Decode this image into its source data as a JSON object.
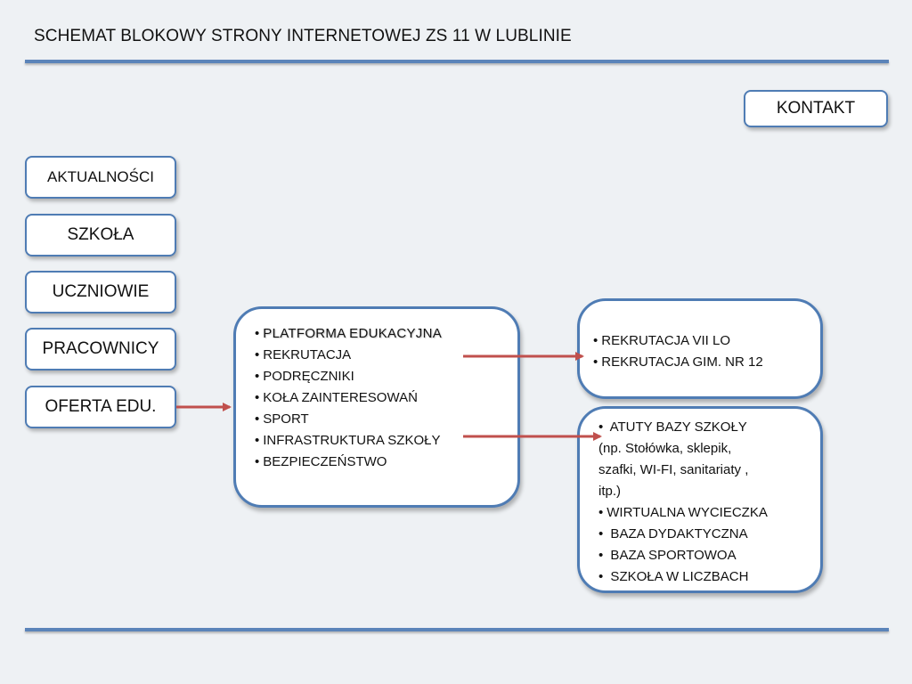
{
  "header": {
    "title": "SCHEMAT BLOKOWY STRONY INTERNETOWEJ  ZS 11 W LUBLINIE"
  },
  "nav": {
    "items": [
      {
        "id": "aktualnosci",
        "label": "AKTUALNOŚCI"
      },
      {
        "id": "szkola",
        "label": "SZKOŁA"
      },
      {
        "id": "uczniowie",
        "label": "UCZNIOWIE"
      },
      {
        "id": "pracownicy",
        "label": "PRACOWNICY"
      },
      {
        "id": "oferta",
        "label": "OFERTA EDU."
      }
    ],
    "contact_label": "KONTAKT"
  },
  "offer_panel": {
    "bullet": "•",
    "items": [
      "PLATFORMA  EDUKACYJNA",
      "REKRUTACJA",
      "PODRĘCZNIKI",
      "KOŁA ZAINTERESOWAŃ",
      "SPORT",
      "INFRASTRUKTURA SZKOŁY",
      "BEZPIECZEŃSTWO"
    ]
  },
  "recruitment_panel": {
    "bullet": "•",
    "items": [
      "REKRUTACJA VII LO",
      "REKRUTACJA GIM. NR 12"
    ]
  },
  "infrastructure_panel": {
    "bullet": "•",
    "lines": [
      " ATUTY BAZY SZKOŁY",
      "(np.  Stołówka, sklepik,",
      "szafki, WI-FI, sanitariaty ,",
      "itp.)",
      "WIRTUALNA WYCIECZKA",
      " BAZA DYDAKTYCZNA",
      " BAZA SPORTOWOA",
      " SZKOŁA W LICZBACH"
    ]
  },
  "colors": {
    "box_border": "#4f7cb4",
    "rule": "#5b84b9",
    "arrow": "#c0504d",
    "background": "#eef1f4"
  }
}
